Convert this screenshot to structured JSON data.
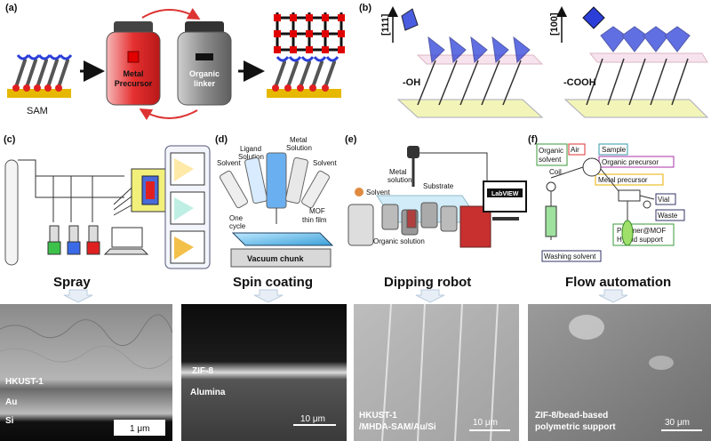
{
  "panels": {
    "a": "(a)",
    "b": "(b)",
    "c": "(c)",
    "d": "(d)",
    "e": "(e)",
    "f": "(f)"
  },
  "panel_a": {
    "sam": "SAM",
    "metal_1": "Metal",
    "metal_2": "Precursor",
    "organic_1": "Organic",
    "organic_2": "linker"
  },
  "panel_b": {
    "dir_111": "[111]",
    "dir_100": "[100]",
    "group_oh": "-OH",
    "group_cooh": "-COOH"
  },
  "panel_d": {
    "solvent_left": "Solvent",
    "ligand_1": "Ligand",
    "ligand_2": "Solution",
    "metal_1": "Metal",
    "metal_2": "Solution",
    "solvent_right": "Solvent",
    "cycle_1": "One",
    "cycle_2": "cycle",
    "mof_1": "MOF",
    "mof_2": "thin film",
    "vacuum": "Vacuum chunk"
  },
  "panel_e": {
    "solvent": "Solvent",
    "metal_1": "Metal",
    "metal_2": "solution",
    "substrate": "Substrate",
    "labview": "LabVIEW",
    "organic": "Organic solution"
  },
  "panel_f": {
    "organic_1": "Organic",
    "organic_2": "solvent",
    "air": "Air",
    "coil": "Coil",
    "sample": "Sample",
    "organic_precursor": "Organic precursor",
    "metal_precursor": "Metal precursor",
    "vial": "Vial",
    "waste": "Waste",
    "polymer_1": "Polymer@MOF",
    "polymer_2": "Hybrid support",
    "washing": "Washing solvent"
  },
  "methods": {
    "spray": "Spray",
    "spin": "Spin coating",
    "dip": "Dipping robot",
    "flow": "Flow automation"
  },
  "sem": [
    {
      "l1": "HKUST-1",
      "l2": "Au",
      "l3": "Si",
      "scale": "1 μm"
    },
    {
      "l1": "ZIF-8",
      "l2": "Alumina",
      "scale": "10 μm"
    },
    {
      "l1": "HKUST-1",
      "l2": "/MHDA-SAM/Au/Si",
      "scale": "10 μm"
    },
    {
      "l1": "ZIF-8/bead-based",
      "l2": "polymetric support",
      "scale": "30 μm"
    }
  ],
  "colors": {
    "red": "#e01818",
    "blue": "#2b3fd8",
    "gold": "#e8b100",
    "sem_dark": "#1a1a1a"
  }
}
